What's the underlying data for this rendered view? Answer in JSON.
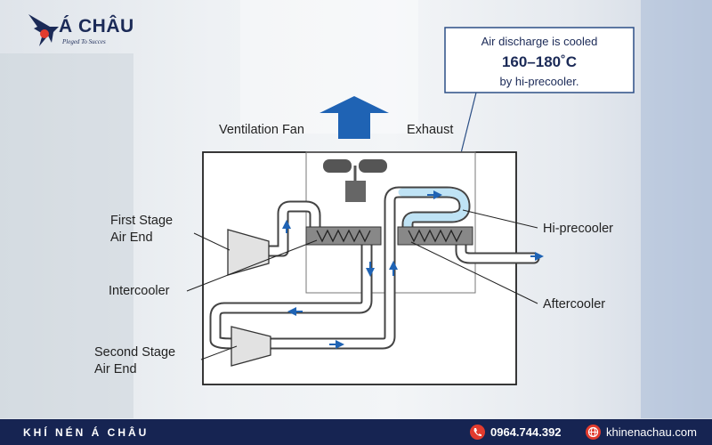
{
  "logo": {
    "name": "Á CHÂU",
    "slogan": "Pleged To Succes"
  },
  "callout": {
    "line1": "Air discharge is cooled",
    "line2": "160–180˚C",
    "line3": "by hi-precooler."
  },
  "labels": {
    "ventilation_fan": "Ventilation Fan",
    "exhaust": "Exhaust",
    "first_stage": [
      "First Stage",
      "Air End"
    ],
    "intercooler": "Intercooler",
    "second_stage": [
      "Second Stage",
      "Air End"
    ],
    "hi_precooler": "Hi-precooler",
    "aftercooler": "Aftercooler"
  },
  "footer": {
    "brand": "KHÍ NÉN Á CHÂU",
    "phone": "0964.744.392",
    "website": "khinenachau.com"
  },
  "colors": {
    "arrow_blue": "#1f63b4",
    "pipe_hot": "#bfe3f5",
    "footer_bg": "#162452",
    "accent_red": "#e23b2e"
  }
}
